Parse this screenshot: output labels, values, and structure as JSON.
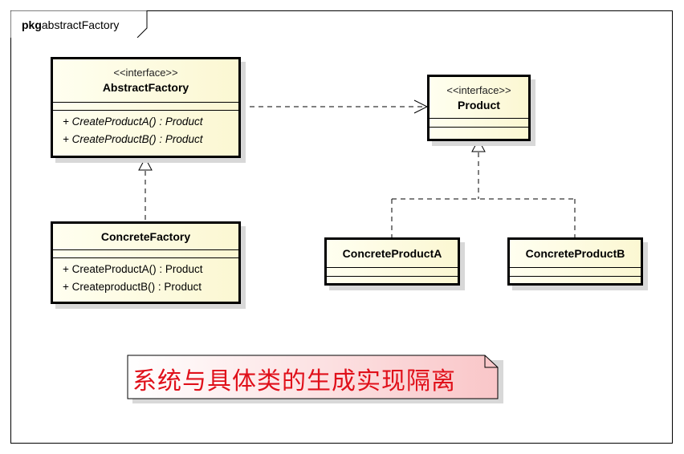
{
  "package": {
    "keyword": "pkg",
    "name": "abstractFactory"
  },
  "classes": {
    "abstract_factory": {
      "stereotype": "<<interface>>",
      "name": "AbstractFactory",
      "operations": [
        "+ CreateProductA() : Product",
        "+ CreateProductB() : Product"
      ]
    },
    "concrete_factory": {
      "name": "ConcreteFactory",
      "operations": [
        "+ CreateProductA() : Product",
        "+ CreateproductB() : Product"
      ]
    },
    "product": {
      "stereotype": "<<interface>>",
      "name": "Product"
    },
    "concrete_product_a": {
      "name": "ConcreteProductA"
    },
    "concrete_product_b": {
      "name": "ConcreteProductB"
    }
  },
  "relations": [
    {
      "type": "dependency",
      "from": "AbstractFactory",
      "to": "Product"
    },
    {
      "type": "realization",
      "from": "ConcreteFactory",
      "to": "AbstractFactory"
    },
    {
      "type": "realization",
      "from": "ConcreteProductA",
      "to": "Product"
    },
    {
      "type": "realization",
      "from": "ConcreteProductB",
      "to": "Product"
    }
  ],
  "note": {
    "text": "系统与具体类的生成实现隔离",
    "color": "#e0101a"
  }
}
